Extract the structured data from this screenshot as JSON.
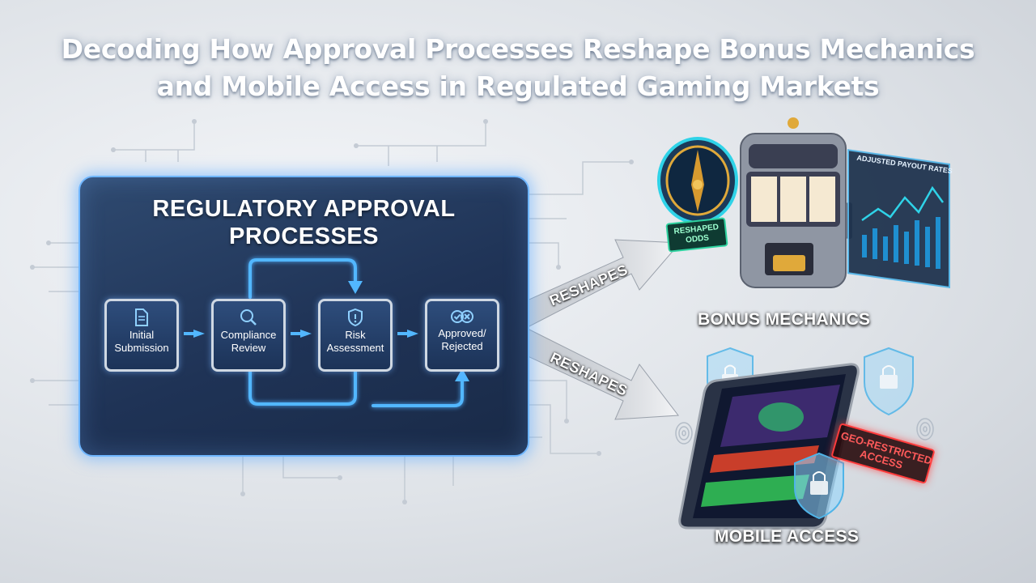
{
  "title": {
    "line1": "Decoding How Approval Processes Reshape Bonus Mechanics",
    "line2": "and Mobile Access in Regulated Gaming Markets"
  },
  "panel": {
    "heading_line1": "REGULATORY APPROVAL",
    "heading_line2": "PROCESSES",
    "steps": [
      {
        "line1": "Initial",
        "line2": "Submission",
        "icon": "document-icon"
      },
      {
        "line1": "Compliance",
        "line2": "Review",
        "icon": "magnifier-icon"
      },
      {
        "line1": "Risk",
        "line2": "Assessment",
        "icon": "shield-alert-icon"
      },
      {
        "line1": "Approved/",
        "line2": "Rejected",
        "icon": "check-x-icon"
      }
    ]
  },
  "arrows": {
    "upper_label": "RESHAPES",
    "lower_label": "RESHAPES"
  },
  "bonus": {
    "caption": "BONUS MECHANICS",
    "sign_text_line1": "RESHAPED",
    "sign_text_line2": "ODDS",
    "chart_title": "ADJUSTED PAYOUT RATES"
  },
  "mobile": {
    "caption": "MOBILE ACCESS",
    "geo_line1": "GEO-RESTRICTED",
    "geo_line2": "ACCESS"
  },
  "colors": {
    "panel_bg": "#1f3356",
    "glow": "#6fb6ff",
    "arrow_grey": "#b9bec6",
    "geo_red": "#ff3b3b"
  }
}
